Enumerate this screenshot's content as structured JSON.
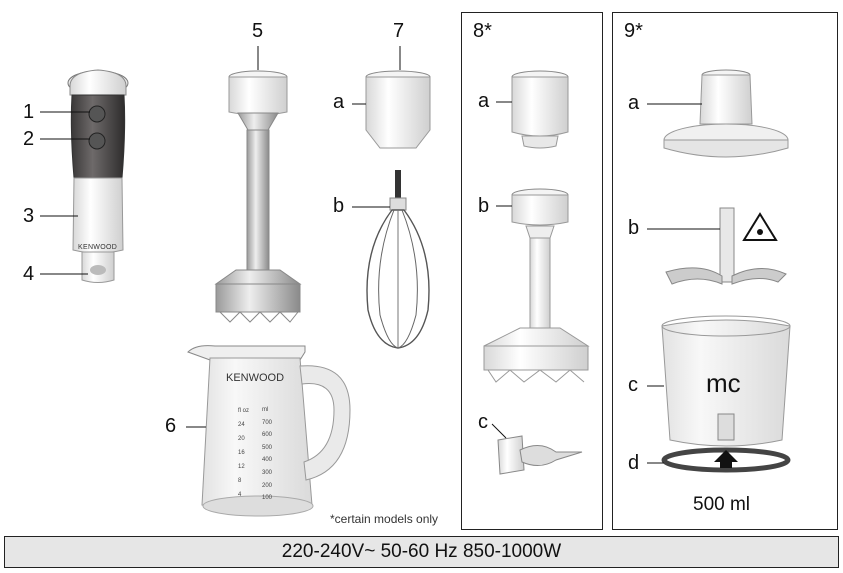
{
  "labels": {
    "n1": "1",
    "n2": "2",
    "n3": "3",
    "n4": "4",
    "n5": "5",
    "n6": "6",
    "n7": "7",
    "s7a": "a",
    "s7b": "b",
    "h8": "8*",
    "s8a": "a",
    "s8b": "b",
    "s8c": "c",
    "h9": "9*",
    "s9a": "a",
    "s9b": "b",
    "s9c": "c",
    "s9d": "d"
  },
  "brand": "KENWOOD",
  "jug_markings": {
    "left": [
      "fl oz",
      "24",
      "20",
      "16",
      "12",
      "8",
      "4"
    ],
    "right": [
      "ml",
      "700",
      "600",
      "500",
      "400",
      "300",
      "200",
      "100"
    ]
  },
  "bowl_mark": "mc",
  "capacity": "500 ml",
  "note": "*certain models only",
  "footer": "220-240V~ 50-60 Hz 850-1000W"
}
